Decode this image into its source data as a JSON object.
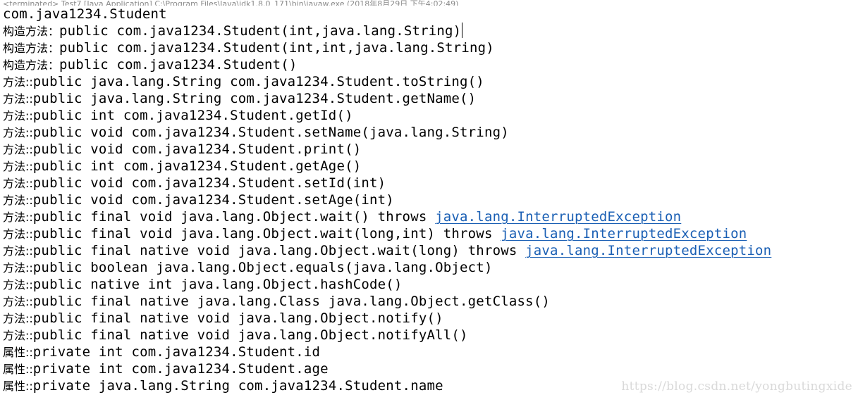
{
  "status_bar": {
    "text": "<terminated> Test7 [Java Application] C:\\Program Files\\Java\\jdk1.8.0_171\\bin\\javaw.exe (2018年8月29日 下午4:02:49)"
  },
  "console": {
    "lines": [
      {
        "prefix": "",
        "text": "com.java1234.Student",
        "link": ""
      },
      {
        "prefix": "构造方法：",
        "text": "public com.java1234.Student(int,java.lang.String)",
        "link": ""
      },
      {
        "prefix": "构造方法：",
        "text": "public com.java1234.Student(int,int,java.lang.String)",
        "link": ""
      },
      {
        "prefix": "构造方法：",
        "text": "public com.java1234.Student()",
        "link": ""
      },
      {
        "prefix": "方法::",
        "text": "public java.lang.String com.java1234.Student.toString()",
        "link": ""
      },
      {
        "prefix": "方法::",
        "text": "public java.lang.String com.java1234.Student.getName()",
        "link": ""
      },
      {
        "prefix": "方法::",
        "text": "public int com.java1234.Student.getId()",
        "link": ""
      },
      {
        "prefix": "方法::",
        "text": "public void com.java1234.Student.setName(java.lang.String)",
        "link": ""
      },
      {
        "prefix": "方法::",
        "text": "public void com.java1234.Student.print()",
        "link": ""
      },
      {
        "prefix": "方法::",
        "text": "public int com.java1234.Student.getAge()",
        "link": ""
      },
      {
        "prefix": "方法::",
        "text": "public void com.java1234.Student.setId(int)",
        "link": ""
      },
      {
        "prefix": "方法::",
        "text": "public void com.java1234.Student.setAge(int)",
        "link": ""
      },
      {
        "prefix": "方法::",
        "text": "public final void java.lang.Object.wait() throws ",
        "link": "java.lang.InterruptedException"
      },
      {
        "prefix": "方法::",
        "text": "public final void java.lang.Object.wait(long,int) throws ",
        "link": "java.lang.InterruptedException"
      },
      {
        "prefix": "方法::",
        "text": "public final native void java.lang.Object.wait(long) throws ",
        "link": "java.lang.InterruptedException"
      },
      {
        "prefix": "方法::",
        "text": "public boolean java.lang.Object.equals(java.lang.Object)",
        "link": ""
      },
      {
        "prefix": "方法::",
        "text": "public native int java.lang.Object.hashCode()",
        "link": ""
      },
      {
        "prefix": "方法::",
        "text": "public final native java.lang.Class java.lang.Object.getClass()",
        "link": ""
      },
      {
        "prefix": "方法::",
        "text": "public final native void java.lang.Object.notify()",
        "link": ""
      },
      {
        "prefix": "方法::",
        "text": "public final native void java.lang.Object.notifyAll()",
        "link": ""
      },
      {
        "prefix": "属性::",
        "text": "private int com.java1234.Student.id",
        "link": ""
      },
      {
        "prefix": "属性::",
        "text": "private int com.java1234.Student.age",
        "link": ""
      },
      {
        "prefix": "属性::",
        "text": "private java.lang.String com.java1234.Student.name",
        "link": ""
      }
    ]
  },
  "watermark": "https://blog.csdn.net/yongbutingxide"
}
